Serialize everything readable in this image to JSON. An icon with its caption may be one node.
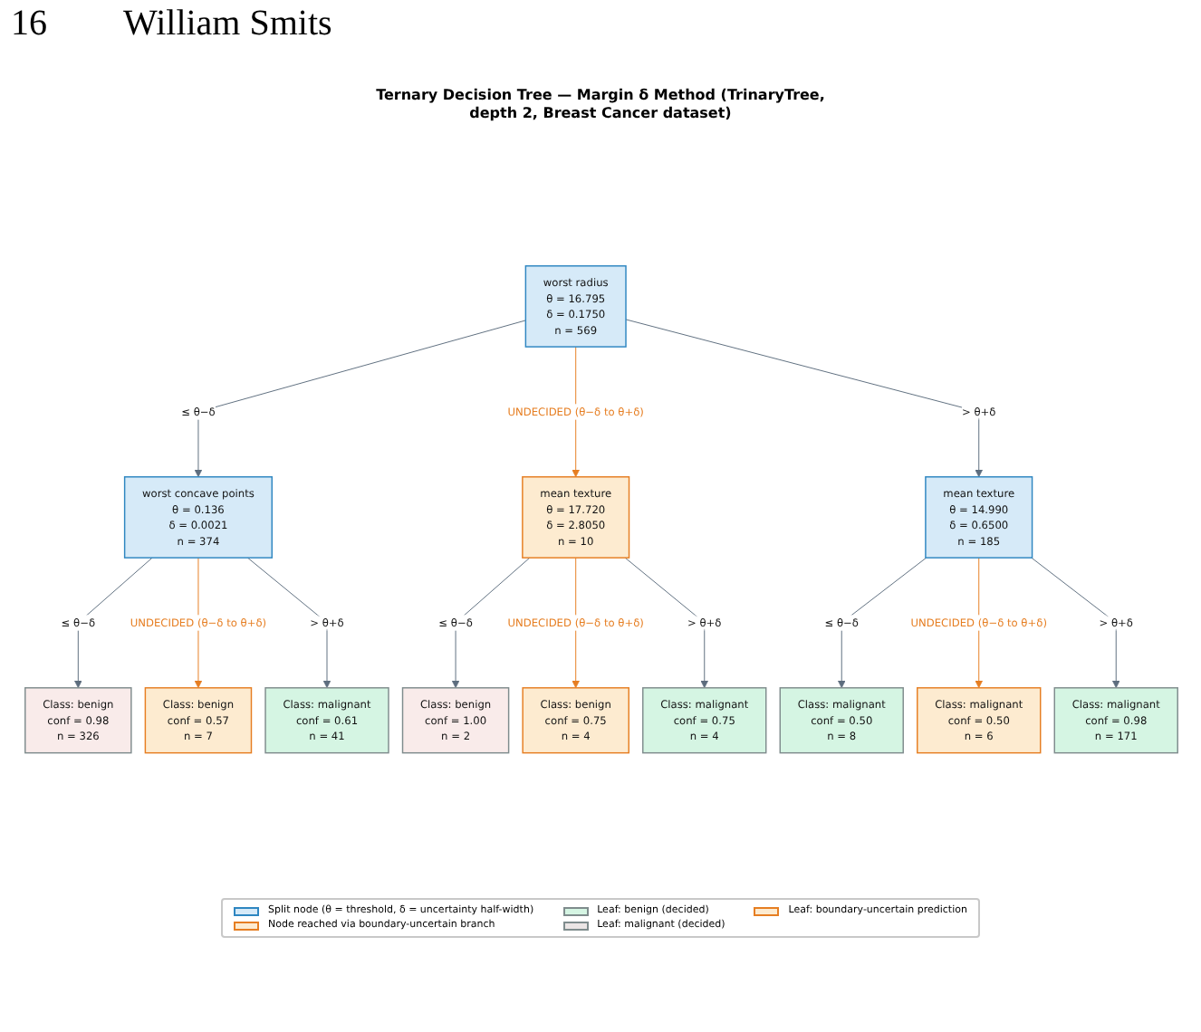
{
  "diagram": {
    "title": "Ternary Decision Tree — Margin δ Method (TrinaryTree, depth 2, Breast Cancer dataset)",
    "nodes": [
      {
        "text": [
          "worst radius",
          "θ = 16.795",
          "δ = 0.1750",
          "n = 569"
        ]
      },
      {
        "text": [
          "worst concave points",
          "θ = 0.136",
          "δ = 0.0021",
          "n = 374"
        ]
      },
      {
        "text": [
          "mean texture",
          "θ = 17.720",
          "δ = 2.8050",
          "n = 10"
        ]
      },
      {
        "text": [
          "mean texture",
          "θ = 14.990",
          "δ = 0.6500",
          "n = 185"
        ]
      },
      {
        "text": [
          "Class: benign",
          "conf = 0.98",
          "n = 326"
        ]
      },
      {
        "text": [
          "Class: benign",
          "conf = 0.57",
          "n = 7"
        ]
      },
      {
        "text": [
          "Class: malignant",
          "conf = 0.61",
          "n = 41"
        ]
      },
      {
        "text": [
          "Class: benign",
          "conf = 1.00",
          "n = 2"
        ]
      },
      {
        "text": [
          "Class: benign",
          "conf = 0.75",
          "n = 4"
        ]
      },
      {
        "text": [
          "Class: malignant",
          "conf = 0.75",
          "n = 4"
        ]
      },
      {
        "text": [
          "Class: malignant",
          "conf = 0.50",
          "n = 8"
        ]
      },
      {
        "text": [
          "Class: malignant",
          "conf = 0.50",
          "n = 6"
        ]
      },
      {
        "text": [
          "Class: malignant",
          "conf = 0.98",
          "n = 171"
        ]
      }
    ],
    "edges": [
      {
        "from": 0,
        "to": 1,
        "arrow": "to",
        "label": "≤ θ−δ"
      },
      {
        "from": 0,
        "to": 2,
        "arrow": "to",
        "label": "UNDECIDED (θ−δ to θ+δ)",
        "color": "#e67e22"
      },
      {
        "from": 0,
        "to": 3,
        "arrow": "to",
        "label": "> θ+δ"
      },
      {
        "from": 1,
        "to": 4,
        "arrow": "to",
        "label": "≤ θ−δ"
      },
      {
        "from": 1,
        "to": 5,
        "arrow": "to",
        "label": "UNDECIDED (θ−δ to θ+δ)",
        "color": "#e67e22"
      },
      {
        "from": 1,
        "to": 6,
        "arrow": "to",
        "label": "> θ+δ"
      },
      {
        "from": 2,
        "to": 7,
        "arrow": "to",
        "label": "≤ θ−δ"
      },
      {
        "from": 2,
        "to": 8,
        "arrow": "to",
        "label": "UNDECIDED (θ−δ to θ+δ)",
        "color": "#e67e22"
      },
      {
        "from": 2,
        "to": 9,
        "arrow": "to",
        "label": "> θ+δ"
      },
      {
        "from": 3,
        "to": 10,
        "arrow": "to",
        "label": "≤ θ−δ"
      },
      {
        "from": 3,
        "to": 11,
        "arrow": "to",
        "label": "UNDECIDED (θ−δ to θ+δ)",
        "color": "#e67e22"
      },
      {
        "from": 3,
        "to": 12,
        "arrow": "to",
        "label": "> θ+δ"
      }
    ],
    "labels": [
      "16",
      "William Smits"
    ],
    "legend": [
      {
        "text": "Split node (θ = threshold, δ = uncertainty half-width)",
        "color": "#d6eaf8"
      },
      {
        "text": "Node reached via boundary-uncertain branch",
        "color": "#fdebd0"
      },
      {
        "text": "Leaf: benign (decided)",
        "color": "#d5f5e3"
      },
      {
        "text": "Leaf: malignant (decided)",
        "color": "#ebe5e5"
      },
      {
        "text": "Leaf: boundary-uncertain prediction",
        "color": "#fdebd0"
      }
    ]
  }
}
